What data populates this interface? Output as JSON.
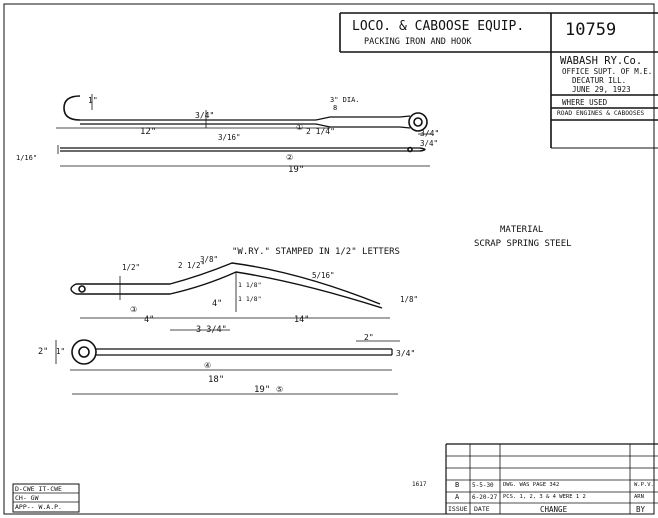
{
  "title_block": {
    "title": "LOCO. & CABOOSE EQUIP.",
    "subtitle": "PACKING IRON AND HOOK",
    "drawing_number": "10759",
    "company": "WABASH RY.Co.",
    "office": "OFFICE SUPT. OF M.E.",
    "location": "DECATUR ILL.",
    "date": "JUNE 29, 1923",
    "where_used_label": "WHERE USED",
    "where_used_value": "ROAD ENGINES & CABOOSES"
  },
  "material": {
    "label": "MATERIAL",
    "value": "SCRAP SPRING STEEL"
  },
  "part1": {
    "dim_hook": "1\"",
    "dim_thick": "3/4\"",
    "dim_dia": "3\" DIA.",
    "dim_dia_frac": "8",
    "dim_length": "12\"",
    "dim_end": "2 1/4\"",
    "dim_eye": "3/4\"",
    "marker": "①"
  },
  "part2": {
    "dim_thick": "1/16\"",
    "dim_mid": "3/16\"",
    "dim_end": "3/4\"",
    "dim_length": "19\"",
    "marker": "②"
  },
  "part3": {
    "stamp_note": "\"W.RY.\" STAMPED IN 1/2\" LETTERS",
    "dim_a": "1/2\"",
    "dim_b": "2 1/2\"",
    "dim_c": "3/8\"",
    "dim_d": "5/16\"",
    "dim_e": "1 1/8\"",
    "dim_f": "1 1/8\"",
    "dim_g": "4\"",
    "dim_h": "4\"",
    "dim_i": "3 3/4\"",
    "dim_j": "14\"",
    "dim_k": "1/8\"",
    "marker": "③"
  },
  "part4": {
    "dim_eye_out": "2\"",
    "dim_eye_in": "1\"",
    "dim_end_a": "2\"",
    "dim_end_b": "3/4\"",
    "dim_length": "18\"",
    "dim_total": "19\"",
    "marker": "④",
    "marker2": "⑤"
  },
  "signoff": {
    "drawn": "D-CWE IT-CWE",
    "checked": "CH- GW",
    "approved": "APP-- W.A.P."
  },
  "revision_table": {
    "headers": [
      "ISSUE",
      "DATE",
      "CHANGE",
      "BY"
    ],
    "rows": [
      {
        "ref": "1617",
        "issue": "B",
        "date": "5-5-30",
        "change": "DWG. WAS PAGE 342",
        "by": "W.P.V."
      },
      {
        "ref": "",
        "issue": "A",
        "date": "6-20-27",
        "change": "PCS. 1, 2, 3 & 4 WERE 1 2",
        "by": "ARN"
      }
    ]
  }
}
